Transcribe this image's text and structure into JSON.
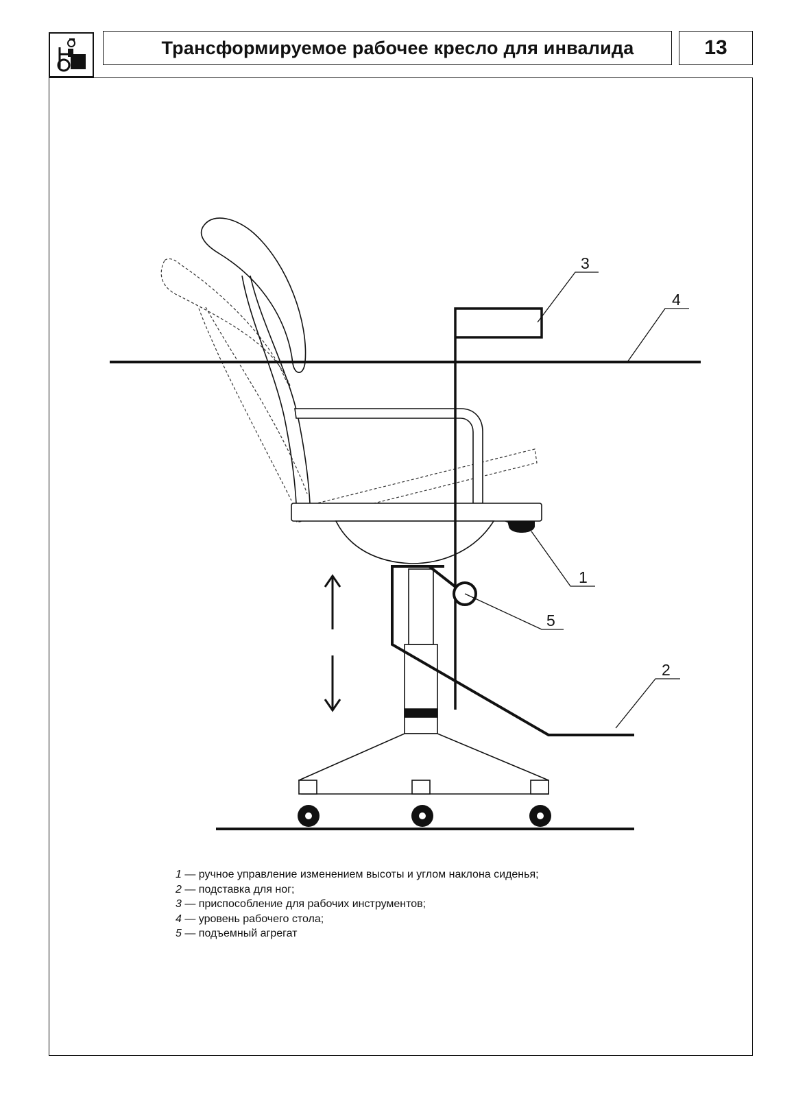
{
  "header": {
    "title": "Трансформируемое рабочее кресло для инвалида",
    "page_number": "13",
    "logo_icon": "disabled-worker-icon"
  },
  "callouts": [
    {
      "id": "1",
      "label": "1"
    },
    {
      "id": "2",
      "label": "2"
    },
    {
      "id": "3",
      "label": "3"
    },
    {
      "id": "4",
      "label": "4"
    },
    {
      "id": "5",
      "label": "5"
    }
  ],
  "legend": [
    {
      "num": "1",
      "dash": " — ",
      "text": "ручное управление изменением высоты и углом наклона сиденья;"
    },
    {
      "num": "2",
      "dash": " — ",
      "text": "подставка для ног;"
    },
    {
      "num": "3",
      "dash": " — ",
      "text": "приспособление для рабочих инструментов;"
    },
    {
      "num": "4",
      "dash": " — ",
      "text": "уровень рабочего стола;"
    },
    {
      "num": "5",
      "dash": " — ",
      "text": "подъемный агрегат"
    }
  ]
}
